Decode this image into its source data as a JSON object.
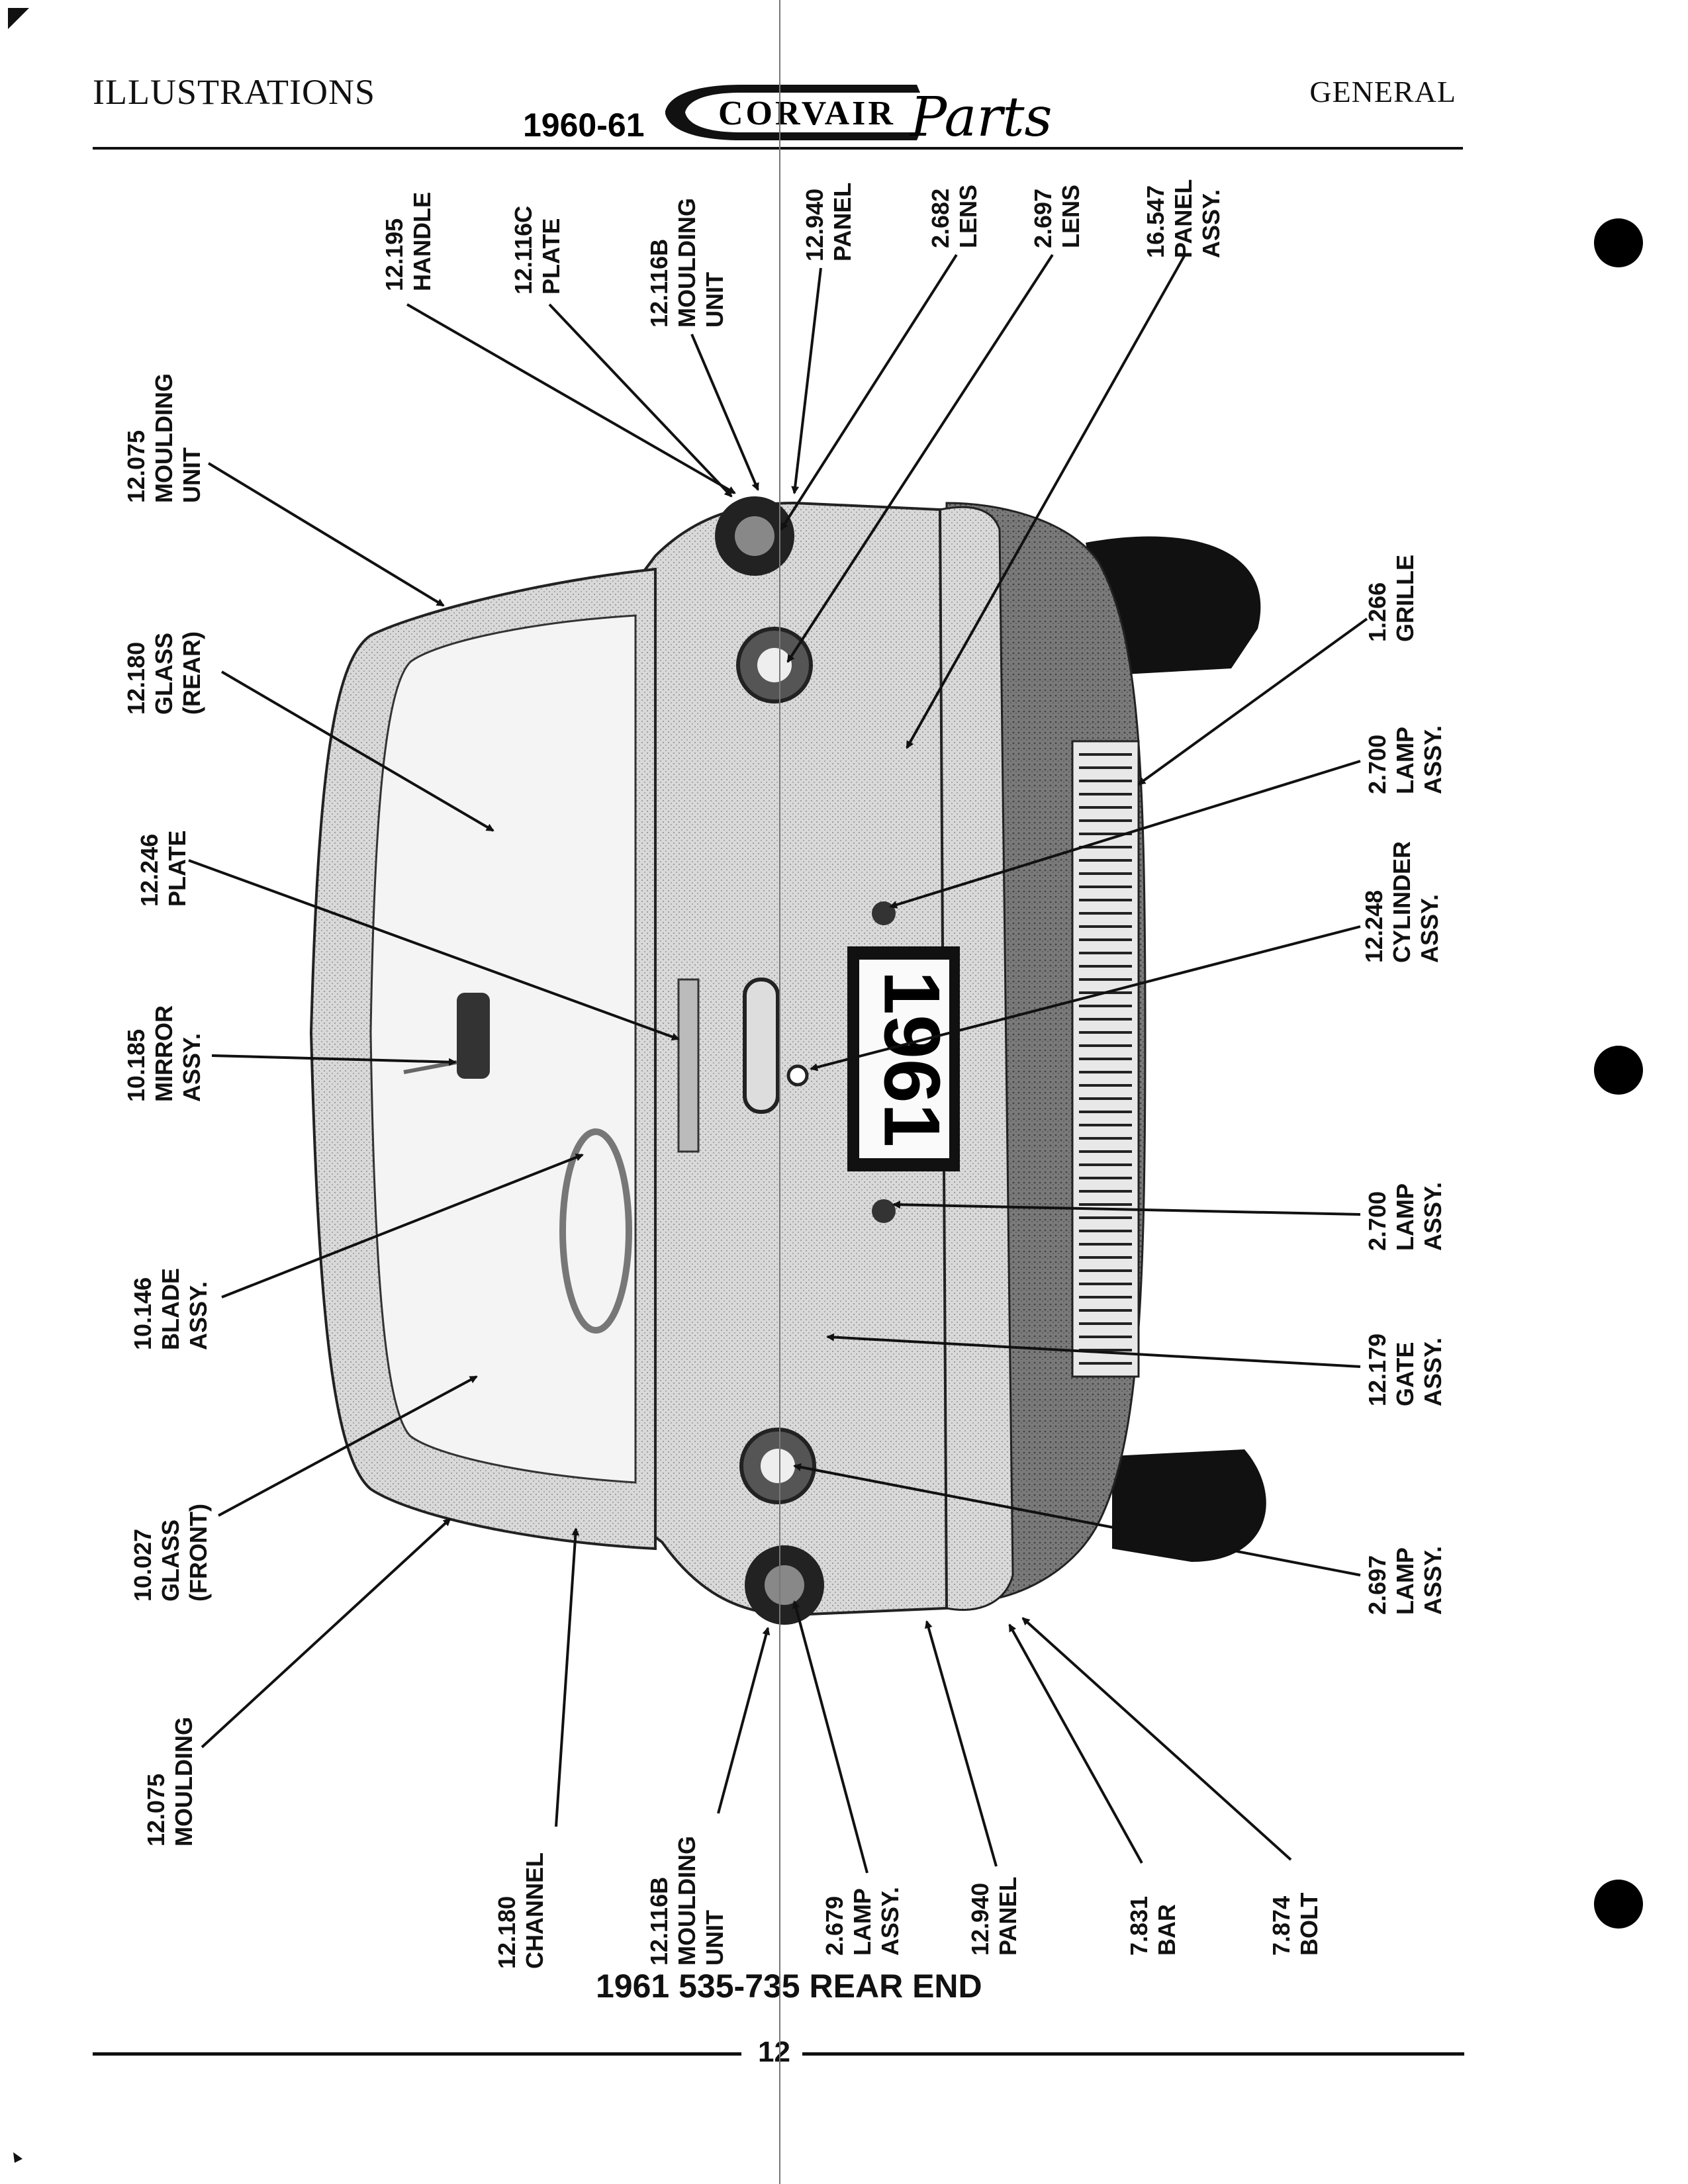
{
  "header": {
    "left_title": "ILLUSTRATIONS",
    "year_range": "1960-61",
    "brand": "CORVAIR",
    "brand_script": "Parts",
    "right_title": "GENERAL"
  },
  "callouts": {
    "moulding_unit_left": "12.075\nMOULDING\nUNIT",
    "glass_rear": "12.180\nGLASS\n(REAR)",
    "plate_246": "12.246\nPLATE",
    "mirror": "10.185\nMIRROR\nASSY.",
    "blade": "10.146\nBLADE\nASSY.",
    "glass_front": "10.027\nGLASS\n(FRONT)",
    "moulding_left_bottom": "12.075\nMOULDING",
    "handle": "12.195\nHANDLE",
    "plate_116c": "12.116C\nPLATE",
    "moulding_116b_top": "12.116B\nMOULDING\nUNIT",
    "panel_940_top": "12.940\nPANEL",
    "lens_682": "2.682\nLENS",
    "lens_697": "2.697\nLENS",
    "panel_547": "16.547\nPANEL\nASSY.",
    "grille": "1.266\nGRILLE",
    "lamp_700_top": "2.700\nLAMP\nASSY.",
    "cylinder": "12.248\nCYLINDER\nASSY.",
    "lamp_700_bottom": "2.700\nLAMP\nASSY.",
    "gate": "12.179\nGATE\nASSY.",
    "lamp_697": "2.697\nLAMP\nASSY.",
    "channel": "12.180\nCHANNEL",
    "moulding_116b_bottom": "12.116B\nMOULDING\nUNIT",
    "lamp_679": "2.679\nLAMP\nASSY.",
    "panel_940_bottom": "12.940\nPANEL",
    "bar": "7.831\nBAR",
    "bolt": "7.874\nBOLT"
  },
  "license_plate": "1961",
  "caption": "1961 535-735 REAR END",
  "page_number": "12"
}
